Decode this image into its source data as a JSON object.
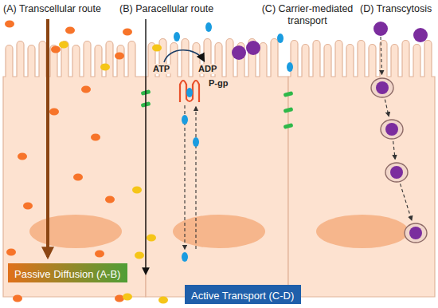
{
  "diagram": {
    "nodes": [
      {
        "text": [
          "Passive Diffusion (A-B)"
        ]
      },
      {
        "text": [
          "Active Transport (C-D)"
        ]
      }
    ],
    "labels": [
      "(A) Transcellular route",
      "(B) Paracellular route",
      "(C) Carrier-mediated transport",
      "(D) Transcytosis",
      "ATP",
      "ADP",
      "P-gp"
    ]
  }
}
